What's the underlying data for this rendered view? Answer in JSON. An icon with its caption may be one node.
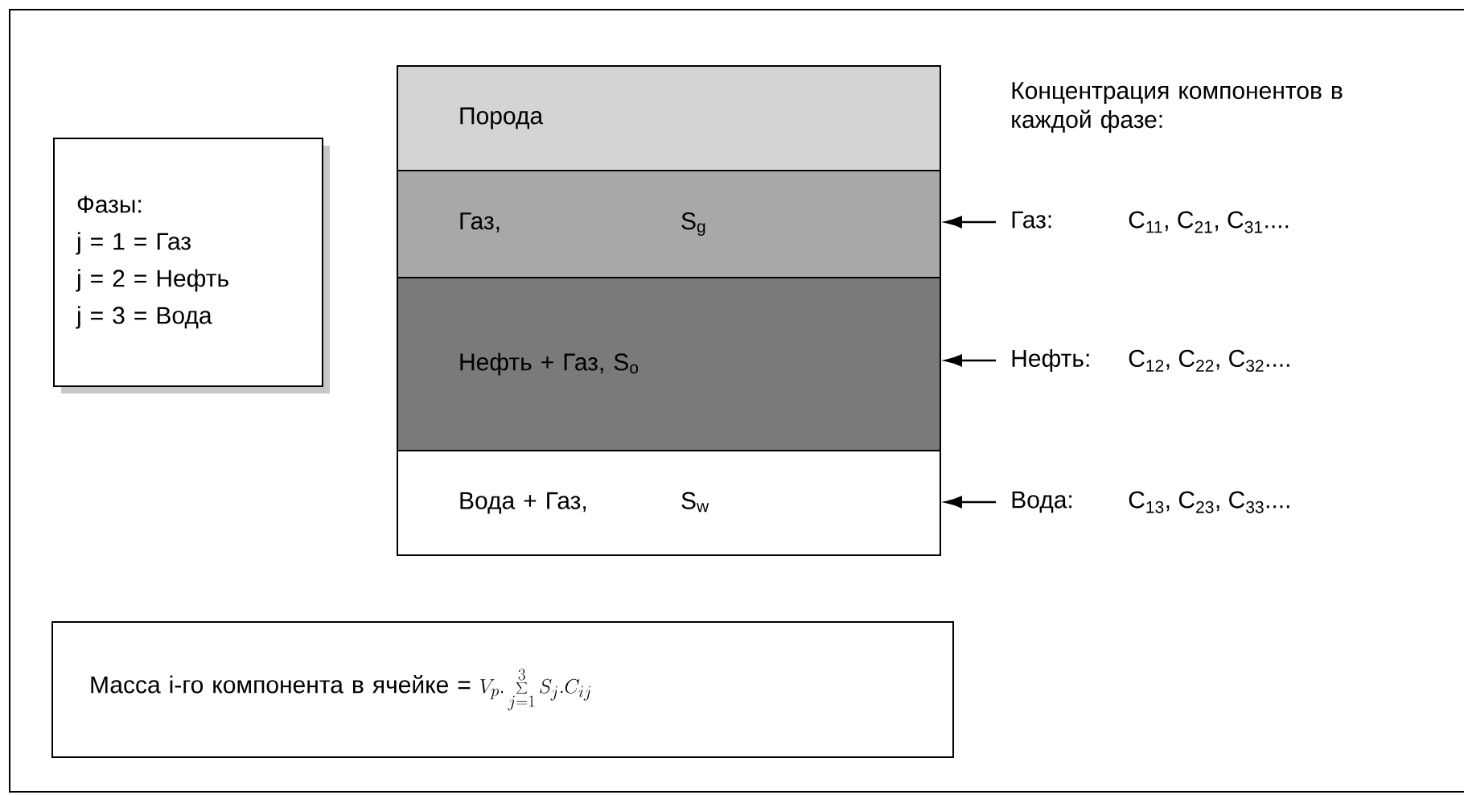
{
  "diagram": {
    "nodes": [
      {
        "text": [
          "Фазы:",
          "j = 1 = Газ",
          "j = 2 = Нефть",
          "j = 3 = Вода"
        ]
      },
      {
        "text": [
          "Порода"
        ]
      },
      {
        "text": [
          "Газ,",
          "S$_{g}$"
        ]
      },
      {
        "text": [
          "Нефть + Газ, S$_{o}$"
        ]
      },
      {
        "text": [
          "Вода + Газ,",
          "S$_{w}$"
        ]
      },
      {
        "text": [
          "Газ:",
          "C$_{11}$, C$_{21}$, C$_{31}$...."
        ]
      },
      {
        "text": [
          "Нефть:",
          "C$_{12}$, C$_{22}$, C$_{32}$...."
        ]
      },
      {
        "text": [
          "Вода:",
          "C$_{13}$, C$_{23}$, C$_{33}$...."
        ]
      },
      {
        "text": [
          "Масса i-го компонента в ячейке =",
          "V_{p}.\\sum_{j=1}^{3} S_{j}.C_{ij}"
        ]
      }
    ],
    "edges": [
      {
        "from": 5,
        "to": 2,
        "arrow": "to"
      },
      {
        "from": 6,
        "to": 3,
        "arrow": "to"
      },
      {
        "from": 7,
        "to": 4,
        "arrow": "to"
      }
    ],
    "labels": [
      "Концентрация компонентов в каждой фазе:"
    ]
  }
}
